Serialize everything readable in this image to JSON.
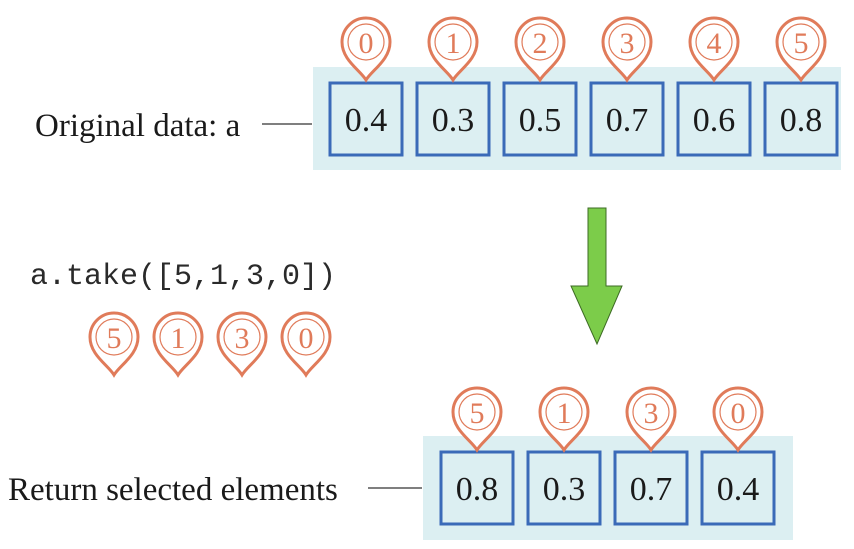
{
  "original": {
    "label": "Original data: a",
    "indices": [
      "0",
      "1",
      "2",
      "3",
      "4",
      "5"
    ],
    "values": [
      "0.4",
      "0.3",
      "0.5",
      "0.7",
      "0.6",
      "0.8"
    ]
  },
  "operation": {
    "code": "a.take([5,1,3,0])",
    "indices": [
      "5",
      "1",
      "3",
      "0"
    ]
  },
  "result": {
    "label": "Return selected elements",
    "indices": [
      "5",
      "1",
      "3",
      "0"
    ],
    "values": [
      "0.8",
      "0.3",
      "0.7",
      "0.4"
    ]
  },
  "colors": {
    "pin": "#e07b5a",
    "cell_border": "#3a6ab8",
    "panel": "#dceff2",
    "arrow": "#7ccc4a"
  }
}
